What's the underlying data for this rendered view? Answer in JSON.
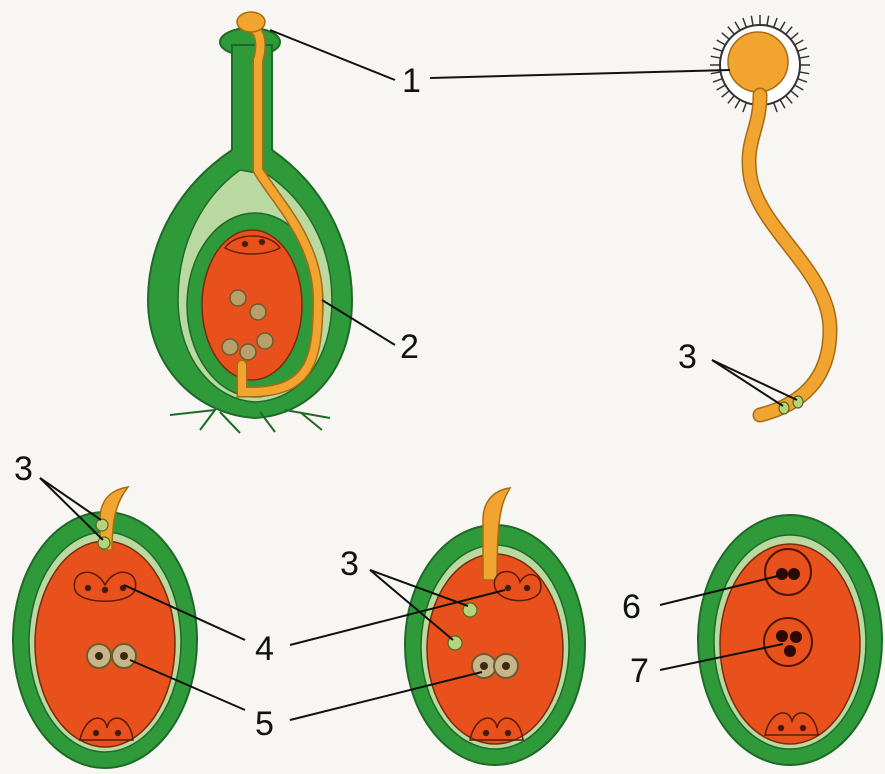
{
  "labels": {
    "l1": "1",
    "l2": "2",
    "l3_top": "3",
    "l3_left": "3",
    "l3_mid": "3",
    "l4": "4",
    "l5": "5",
    "l6": "6",
    "l7": "7"
  },
  "colors": {
    "ovary_wall": "#2f9a3a",
    "ovary_wall_dark": "#1f7a2c",
    "inner_layer": "#b9d9a0",
    "embryo_sac": "#e8511c",
    "pollen_tube": "#f2a431",
    "sperm": "#b7d27a",
    "background": "#f7f6f2"
  }
}
